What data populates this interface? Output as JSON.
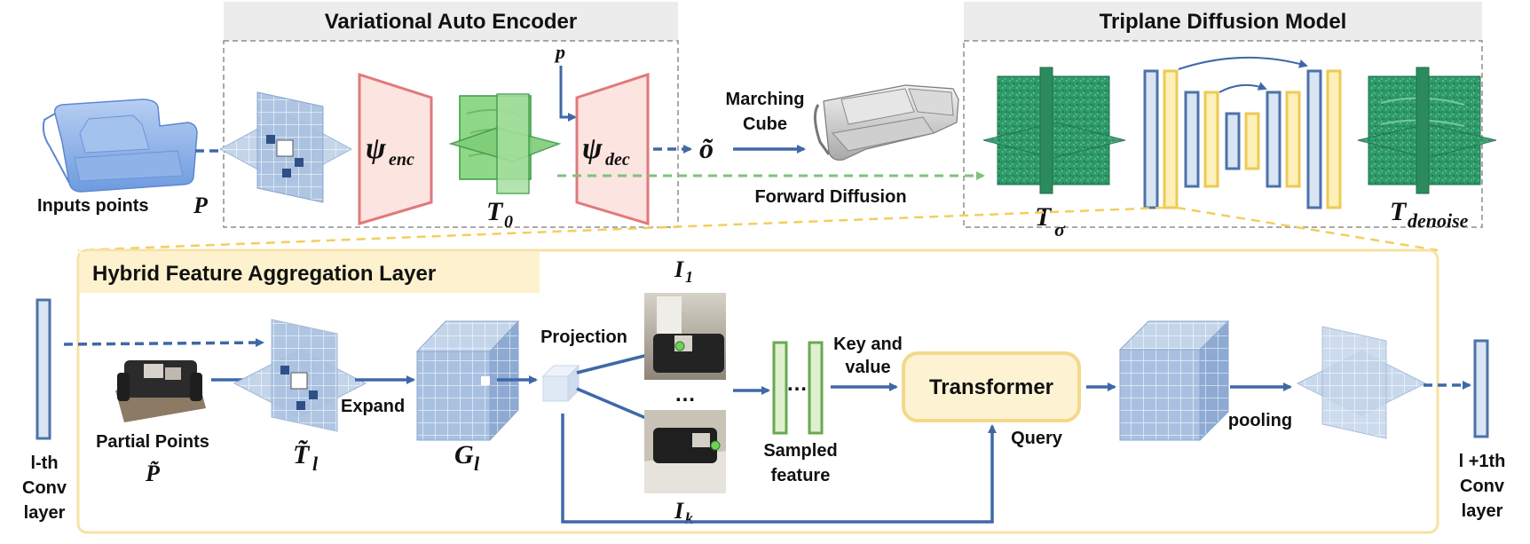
{
  "colors": {
    "arrow": "#3f68a8",
    "enc_trap_fill": "#fce4e0",
    "enc_trap_stroke": "#e0797a",
    "layer_box_fill": "#fdf3d2",
    "layer_box_stroke": "#f4d98b",
    "blue_bar_fill": "#dae5f3",
    "blue_bar_stroke": "#4d72aa",
    "yellow_bar_fill": "#fdf0b8",
    "yellow_bar_stroke": "#eccb55",
    "green_bar_fill": "#dff0d0",
    "green_bar_stroke": "#6aa84f",
    "green_dashed": "#7fc37a",
    "grid_blue": "#b9cde6",
    "triplane_green": "#2f9a6a"
  },
  "top": {
    "vae_title": "Variational Auto Encoder",
    "diffusion_title": "Triplane Diffusion Model",
    "inputs_label": "Inputs points",
    "inputs_symbol": "P",
    "enc_symbol": "ψ",
    "enc_sub": "enc",
    "dec_symbol": "ψ",
    "dec_sub": "dec",
    "t0_symbol": "T",
    "t0_sub": "0",
    "p_label": "p",
    "o_symbol": "õ",
    "marching_line1": "Marching",
    "marching_line2": "Cube",
    "forward_diffusion": "Forward Diffusion",
    "tsigma_symbol": "T",
    "tsigma_sub": "σ",
    "tdenoise_symbol": "T",
    "tdenoise_sub": "denoise"
  },
  "bottom": {
    "layer_title": "Hybrid Feature Aggregation Layer",
    "lth_line1": "l-th",
    "lth_line2": "Conv",
    "lth_line3": "layer",
    "partial_line1": "Partial Points",
    "partial_symbol": "P̃",
    "tl_symbol": "T̃",
    "tl_sub": "l",
    "expand": "Expand",
    "gl_symbol": "G",
    "gl_sub": "l",
    "projection": "Projection",
    "i1_symbol": "I",
    "i1_sub": "1",
    "ik_symbol": "I",
    "ik_sub": "k",
    "dots": "…",
    "sampled_line1": "Sampled",
    "sampled_line2": "feature",
    "key_line1": "Key and",
    "key_line2": "value",
    "transformer": "Transformer",
    "query": "Query",
    "pooling": "pooling",
    "next_line1": "l +1th",
    "next_line2": "Conv",
    "next_line3": "layer"
  }
}
